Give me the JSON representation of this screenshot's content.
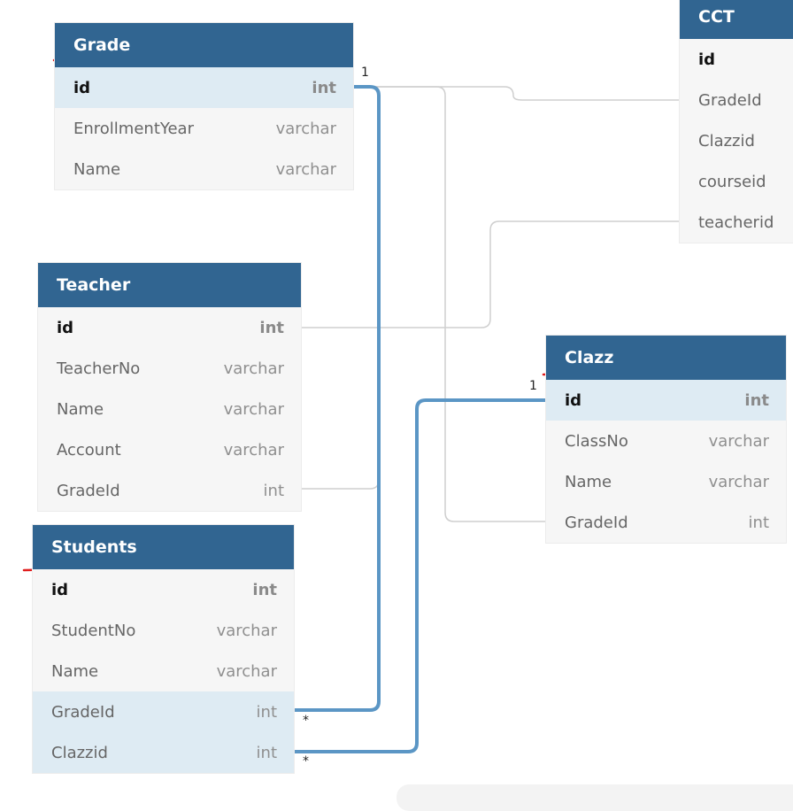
{
  "tables": {
    "grade": {
      "title": "Grade",
      "columns": [
        {
          "name": "id",
          "type": "int"
        },
        {
          "name": "EnrollmentYear",
          "type": "varchar"
        },
        {
          "name": "Name",
          "type": "varchar"
        }
      ]
    },
    "teacher": {
      "title": "Teacher",
      "columns": [
        {
          "name": "id",
          "type": "int"
        },
        {
          "name": "TeacherNo",
          "type": "varchar"
        },
        {
          "name": "Name",
          "type": "varchar"
        },
        {
          "name": "Account",
          "type": "varchar"
        },
        {
          "name": "GradeId",
          "type": "int"
        }
      ]
    },
    "students": {
      "title": "Students",
      "columns": [
        {
          "name": "id",
          "type": "int"
        },
        {
          "name": "StudentNo",
          "type": "varchar"
        },
        {
          "name": "Name",
          "type": "varchar"
        },
        {
          "name": "GradeId",
          "type": "int"
        },
        {
          "name": "Clazzid",
          "type": "int"
        }
      ]
    },
    "clazz": {
      "title": "Clazz",
      "columns": [
        {
          "name": "id",
          "type": "int"
        },
        {
          "name": "ClassNo",
          "type": "varchar"
        },
        {
          "name": "Name",
          "type": "varchar"
        },
        {
          "name": "GradeId",
          "type": "int"
        }
      ]
    },
    "cct": {
      "title": "CCT",
      "columns": [
        {
          "name": "id",
          "type": ""
        },
        {
          "name": "GradeId",
          "type": ""
        },
        {
          "name": "Clazzid",
          "type": ""
        },
        {
          "name": "courseid",
          "type": ""
        },
        {
          "name": "teacherid",
          "type": ""
        }
      ]
    }
  },
  "cardinality": {
    "grade_one": "1",
    "clazz_one": "1",
    "students_grade_many": "*",
    "students_clazz_many": "*"
  },
  "colors": {
    "header": "#316591",
    "highlight_row": "#deebf3",
    "relation_highlight": "#5b96c5",
    "relation_plain": "#cfcfcf",
    "annotation": "#e01e1e"
  }
}
